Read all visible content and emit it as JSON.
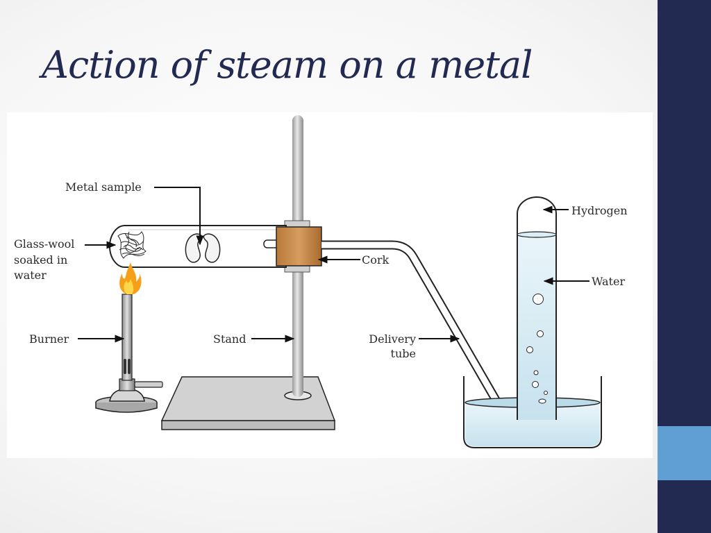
{
  "slide": {
    "title": "Action of steam on a metal"
  },
  "diagram": {
    "labels": {
      "metal_sample": "Metal sample",
      "glass_wool_line1": "Glass-wool",
      "glass_wool_line2": "soaked in",
      "glass_wool_line3": "water",
      "burner": "Burner",
      "stand": "Stand",
      "cork": "Cork",
      "delivery_tube_line1": "Delivery",
      "delivery_tube_line2": "tube",
      "hydrogen": "Hydrogen",
      "water": "Water"
    }
  },
  "colors": {
    "title": "#232a52",
    "sidebar": "#232a52",
    "sidebar_accent": "#5f9fd3",
    "cork": "#c98a4b",
    "water": "#cfe8f2",
    "flame": "#f5a623"
  }
}
